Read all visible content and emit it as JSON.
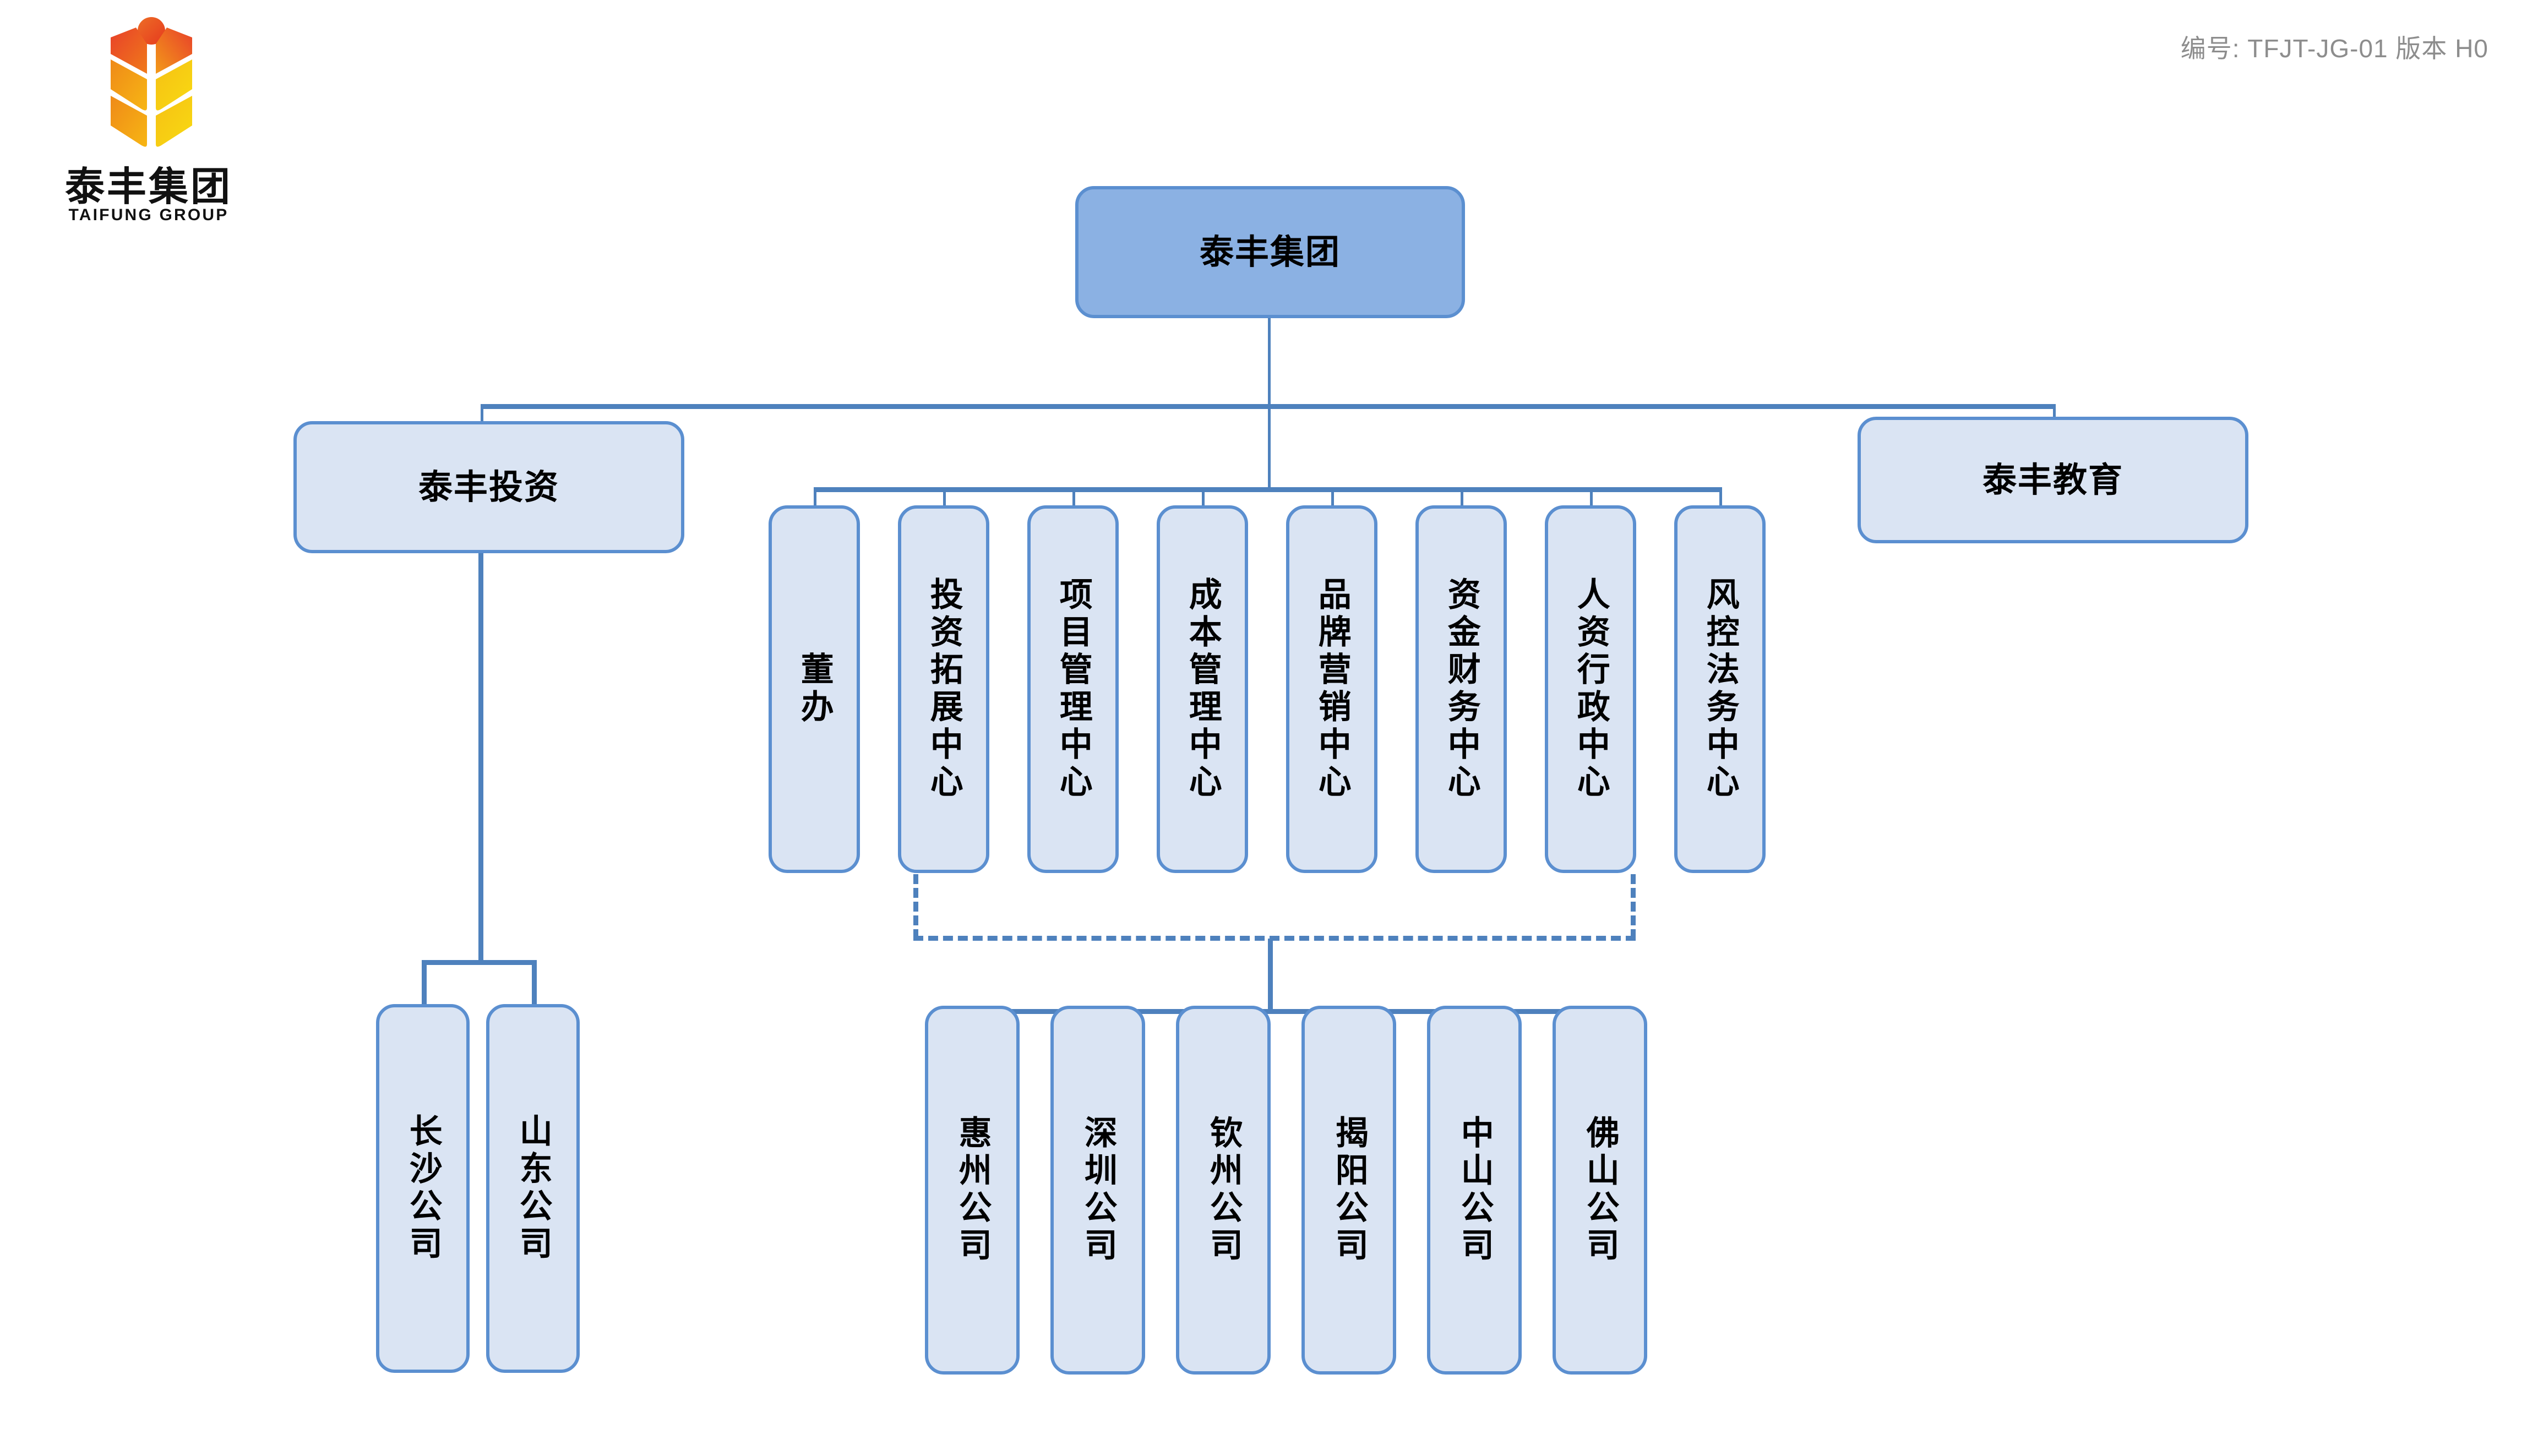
{
  "header": {
    "doc_code": "编号: TFJT-JG-01  版本 H0"
  },
  "logo": {
    "name_cn": "泰丰集团",
    "name_en": "TAIFUNG GROUP",
    "icon": "wheat-sheaf-logo",
    "colors": {
      "red": "#E8412A",
      "orange": "#F59A1C",
      "yellow": "#F7D117"
    }
  },
  "theme": {
    "node_fill": "#DAE4F3",
    "root_fill": "#8BB1E3",
    "node_border": "#5B8FD0",
    "connector": "#4E81BD",
    "text": "#000000",
    "header_text": "#8D8D8D",
    "background": "#FFFFFF"
  },
  "chart_data": {
    "type": "org-chart",
    "title": "泰丰集团",
    "root": {
      "id": "group",
      "label": "泰丰集团",
      "level": 0
    },
    "level1": [
      {
        "id": "invest",
        "label": "泰丰投资",
        "orientation": "horizontal"
      },
      {
        "id": "education",
        "label": "泰丰教育",
        "orientation": "horizontal"
      }
    ],
    "departments": [
      {
        "id": "dept-dongban",
        "label": "董办",
        "orientation": "vertical"
      },
      {
        "id": "dept-touzi-tuozhan",
        "label": "投资拓展中心",
        "orientation": "vertical"
      },
      {
        "id": "dept-xiangmu-guanli",
        "label": "项目管理中心",
        "orientation": "vertical"
      },
      {
        "id": "dept-chengben-guanli",
        "label": "成本管理中心",
        "orientation": "vertical"
      },
      {
        "id": "dept-pinpai-yingxiao",
        "label": "品牌营销中心",
        "orientation": "vertical"
      },
      {
        "id": "dept-zijin-caiwu",
        "label": "资金财务中心",
        "orientation": "vertical"
      },
      {
        "id": "dept-renzi-xingzheng",
        "label": "人资行政中心",
        "orientation": "vertical"
      },
      {
        "id": "dept-fengkong-fawu",
        "label": "风控法务中心",
        "orientation": "vertical"
      }
    ],
    "invest_subsidiaries": [
      {
        "id": "co-changsha",
        "label": "长沙公司",
        "orientation": "vertical"
      },
      {
        "id": "co-shandong",
        "label": "山东公司",
        "orientation": "vertical"
      }
    ],
    "regional_companies": [
      {
        "id": "co-huizhou",
        "label": "惠州公司",
        "orientation": "vertical"
      },
      {
        "id": "co-shenzhen",
        "label": "深圳公司",
        "orientation": "vertical"
      },
      {
        "id": "co-qinzhou",
        "label": "钦州公司",
        "orientation": "vertical"
      },
      {
        "id": "co-jieyang",
        "label": "揭阳公司",
        "orientation": "vertical"
      },
      {
        "id": "co-zhongshan",
        "label": "中山公司",
        "orientation": "vertical"
      },
      {
        "id": "co-foshan",
        "label": "佛山公司",
        "orientation": "vertical"
      }
    ],
    "connector_styles": {
      "hierarchy": "solid",
      "matrix_to_regional": "dashed"
    }
  }
}
